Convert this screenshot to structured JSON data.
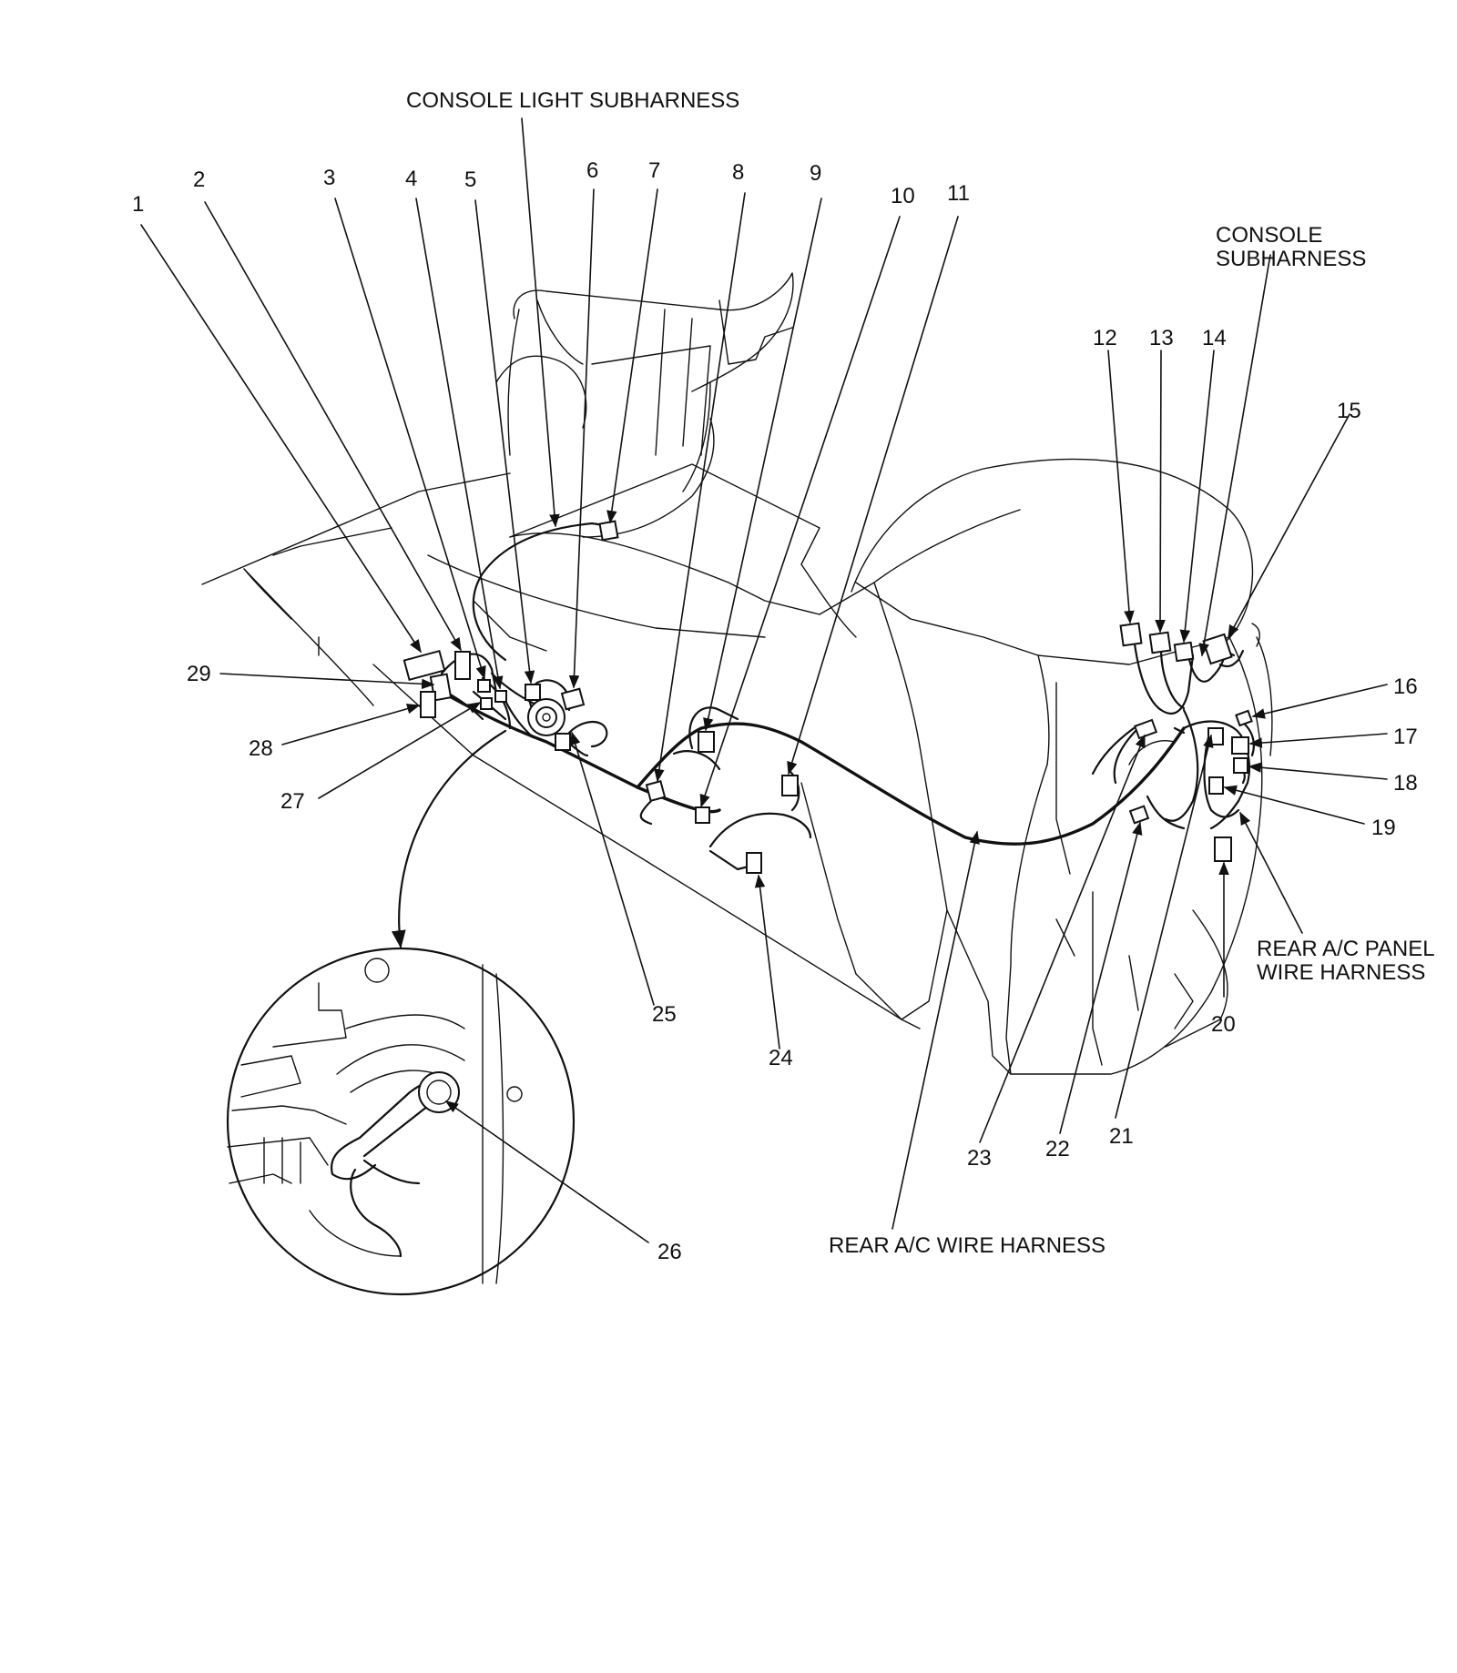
{
  "callouts": [
    {
      "id": "1",
      "text": "1"
    },
    {
      "id": "2",
      "text": "2"
    },
    {
      "id": "3",
      "text": "3"
    },
    {
      "id": "4",
      "text": "4"
    },
    {
      "id": "5",
      "text": "5"
    },
    {
      "id": "6",
      "text": "6"
    },
    {
      "id": "7",
      "text": "7"
    },
    {
      "id": "8",
      "text": "8"
    },
    {
      "id": "9",
      "text": "9"
    },
    {
      "id": "10",
      "text": "10"
    },
    {
      "id": "11",
      "text": "11"
    },
    {
      "id": "12",
      "text": "12"
    },
    {
      "id": "13",
      "text": "13"
    },
    {
      "id": "14",
      "text": "14"
    },
    {
      "id": "15",
      "text": "15"
    },
    {
      "id": "16",
      "text": "16"
    },
    {
      "id": "17",
      "text": "17"
    },
    {
      "id": "18",
      "text": "18"
    },
    {
      "id": "19",
      "text": "19"
    },
    {
      "id": "20",
      "text": "20"
    },
    {
      "id": "21",
      "text": "21"
    },
    {
      "id": "22",
      "text": "22"
    },
    {
      "id": "23",
      "text": "23"
    },
    {
      "id": "24",
      "text": "24"
    },
    {
      "id": "25",
      "text": "25"
    },
    {
      "id": "26",
      "text": "26"
    },
    {
      "id": "27",
      "text": "27"
    },
    {
      "id": "28",
      "text": "28"
    },
    {
      "id": "29",
      "text": "29"
    }
  ],
  "labels": {
    "console_light_subharness": "CONSOLE LIGHT SUBHARNESS",
    "console_subharness_line1": "CONSOLE",
    "console_subharness_line2": "SUBHARNESS",
    "rear_ac_panel_line1": "REAR A/C PANEL",
    "rear_ac_panel_line2": "WIRE HARNESS",
    "rear_ac_wire_harness": "REAR A/C WIRE HARNESS"
  }
}
